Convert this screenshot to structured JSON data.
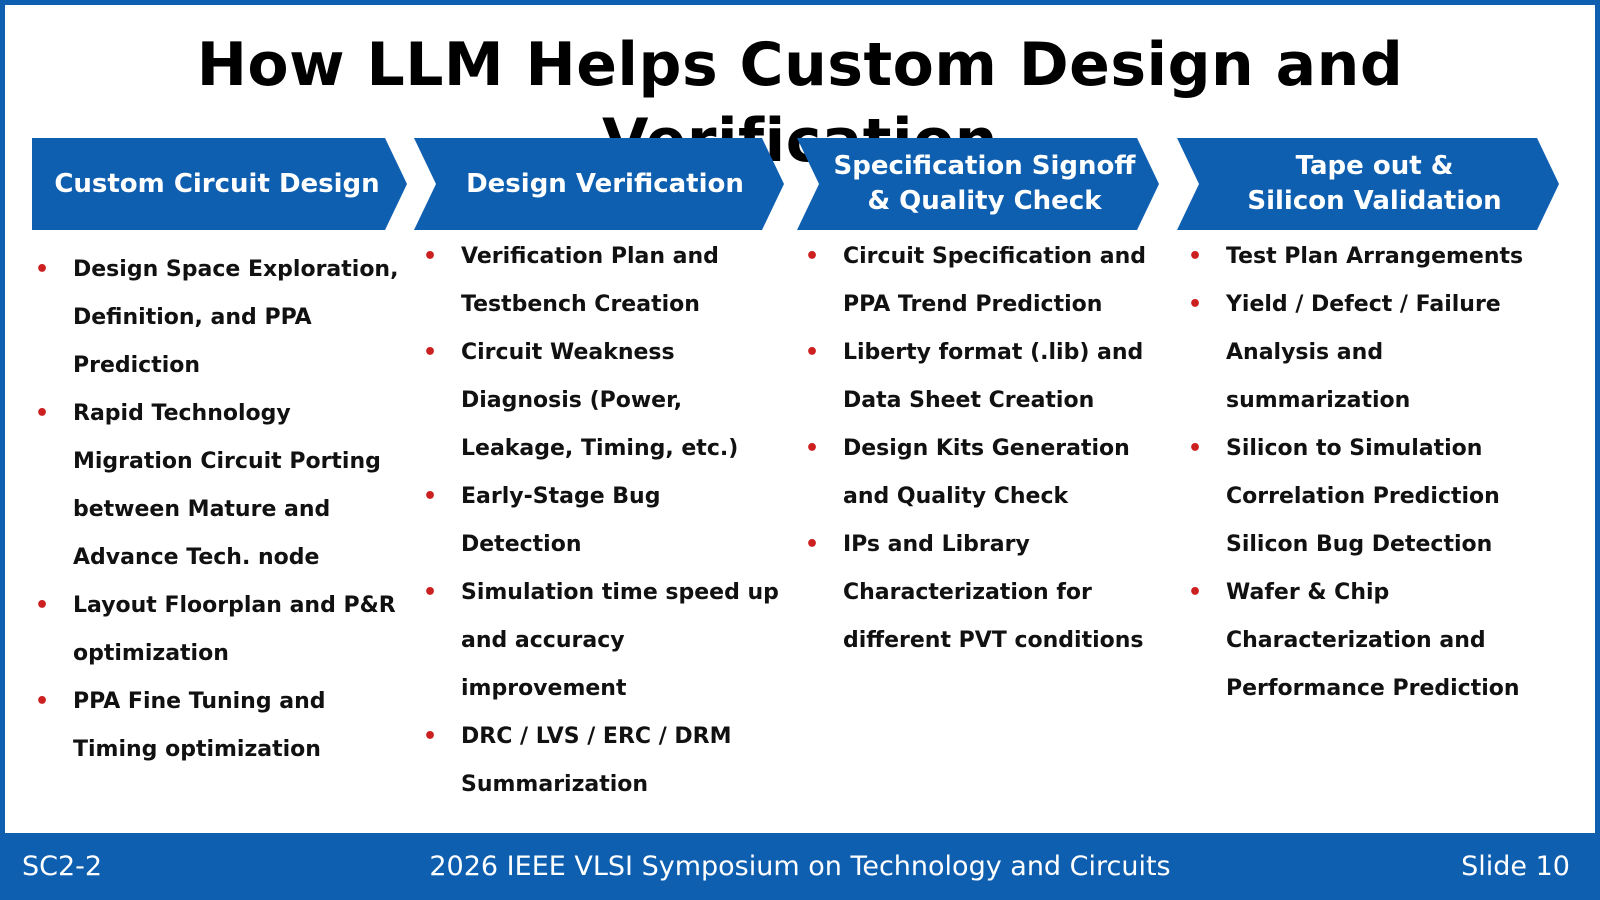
{
  "title": "How LLM Helps Custom Design and Verification",
  "colors": {
    "accent_blue": "#0f5fb0",
    "bullet_red": "#cc1f1f"
  },
  "stages": [
    {
      "header": "Custom Circuit Design",
      "items": [
        "Design Space Exploration, Definition, and PPA Prediction",
        "Rapid Technology Migration Circuit Porting between Mature and Advance Tech. node",
        "Layout Floorplan and P&R optimization",
        "PPA Fine Tuning and Timing optimization"
      ]
    },
    {
      "header": "Design Verification",
      "items": [
        "Verification Plan and Testbench Creation",
        "Circuit Weakness Diagnosis (Power, Leakage, Timing, etc.)",
        "Early-Stage Bug Detection",
        "Simulation time speed up and accuracy improvement",
        "DRC / LVS / ERC / DRM Summarization"
      ]
    },
    {
      "header": "Specification Signoff\n& Quality Check",
      "items": [
        "Circuit Specification and PPA Trend Prediction",
        "Liberty format (.lib) and Data Sheet Creation",
        "Design Kits Generation and Quality Check",
        "IPs and Library Characterization for different PVT conditions"
      ]
    },
    {
      "header": "Tape out &\nSilicon Validation",
      "items": [
        "Test Plan Arrangements",
        "Yield / Defect / Failure Analysis and summarization",
        "Silicon to Simulation Correlation Prediction Silicon Bug Detection",
        "Wafer & Chip Characterization and Performance Prediction"
      ]
    }
  ],
  "footer": {
    "code": "SC2-2",
    "conference": "2026 IEEE VLSI Symposium on Technology and Circuits",
    "slide": "Slide 10"
  }
}
